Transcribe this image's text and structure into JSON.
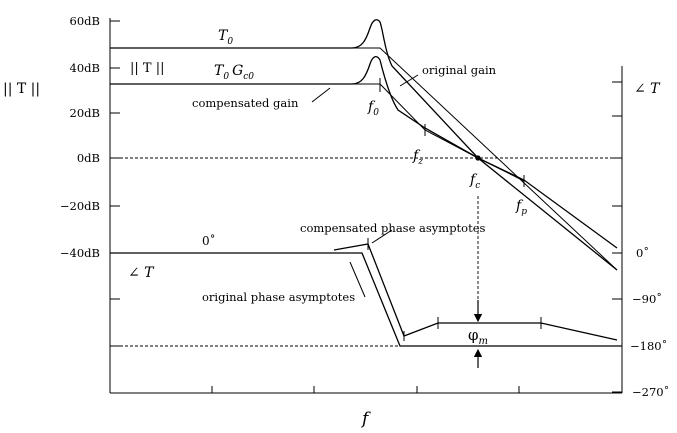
{
  "diagram": {
    "left_axis_title": "|| T ||",
    "right_axis_title": "∠ T",
    "x_axis_label": "f",
    "gain_ticks": [
      "60dB",
      "40dB",
      "20dB",
      "0dB",
      "−20dB",
      "−40dB"
    ],
    "phase_ticks": [
      "0˚",
      "−90˚",
      "−180˚",
      "−270˚"
    ],
    "labels": {
      "T0": "T",
      "T0_sub": "0",
      "T0Gc0": "T",
      "T0Gc0_sub": "0",
      "T0Gc0_G": "G",
      "T0Gc0_G_sub": "c0",
      "gain_magnitude": "|| T ||",
      "original_gain": "original gain",
      "compensated_gain": "compensated gain",
      "f0": "f",
      "f0_sub": "0",
      "fz": "f",
      "fz_sub": "z",
      "fc": "f",
      "fc_sub": "c",
      "fp": "f",
      "fp_sub": "p",
      "phase_zero": "0˚",
      "phase_angle": "∠ T",
      "compensated_phase": "compensated phase asymptotes",
      "original_phase": "original phase asymptotes",
      "phi_m": "φ",
      "phi_m_sub": "m"
    },
    "values": {
      "original_low_freq_gain_db": 48,
      "compensated_low_freq_gain_db": 33,
      "low_freq_phase_deg": 0,
      "asymptotic_phase_deg": -180
    }
  }
}
